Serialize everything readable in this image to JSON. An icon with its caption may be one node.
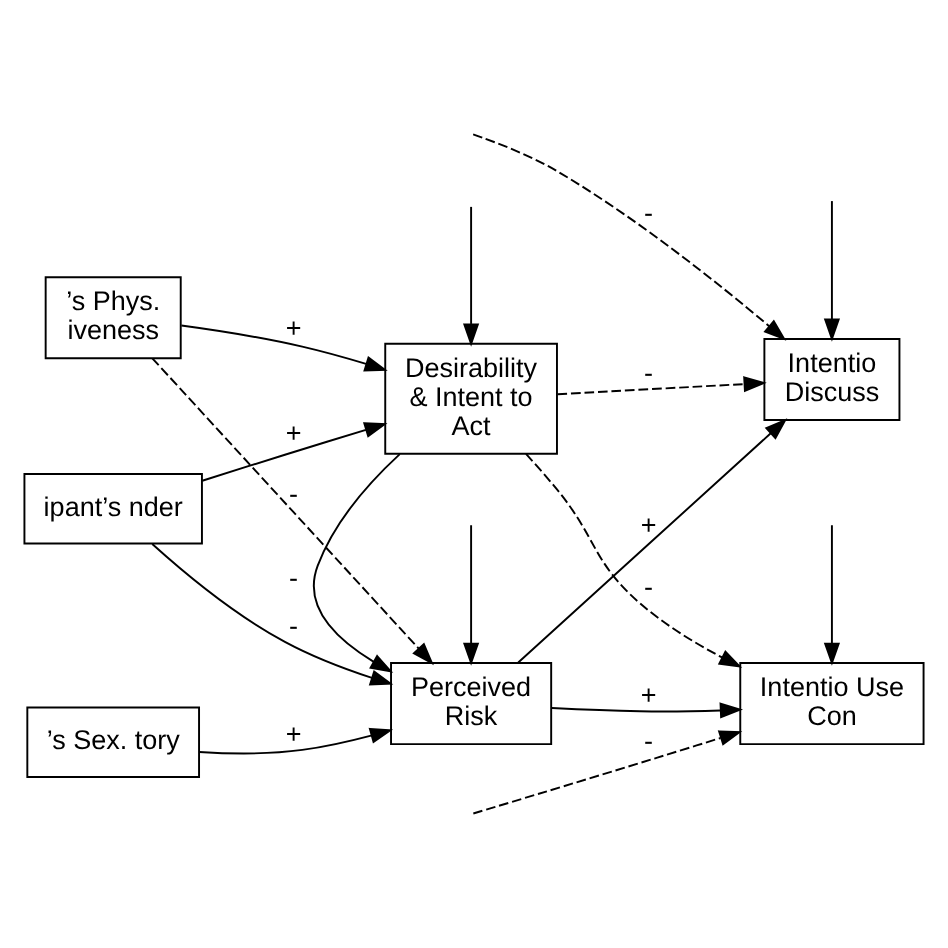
{
  "diagram": {
    "nodes": [
      {
        "text": [
          "’s Sex. tory"
        ]
      },
      {
        "text": [
          "ipant’s nder"
        ]
      },
      {
        "text": [
          "’s Phys. iveness"
        ]
      },
      {
        "text": [
          "Perceived Risk"
        ]
      },
      {
        "text": [
          "Desirability & Intent to Act"
        ]
      },
      {
        "text": [
          "Intentio Discuss"
        ]
      },
      {
        "text": [
          "Intentio Use Con"
        ]
      }
    ],
    "edges": [
      {
        "from": 0,
        "to": 3,
        "arrow": "to",
        "label": "+"
      },
      {
        "from": 1,
        "to": 3,
        "arrow": "to",
        "label": "-"
      },
      {
        "from": 2,
        "to": 3,
        "arrow": "to",
        "label": "-",
        "style": "dashed"
      },
      {
        "from": 1,
        "to": 4,
        "arrow": "to",
        "label": "+"
      },
      {
        "from": 2,
        "to": 4,
        "arrow": "to",
        "label": "+"
      },
      {
        "from": 4,
        "to": 3,
        "arrow": "to",
        "label": "-"
      },
      {
        "from": 3,
        "to": 5,
        "arrow": "to",
        "label": "+"
      },
      {
        "from": 3,
        "to": 6,
        "arrow": "to",
        "label": "+"
      },
      {
        "from": 4,
        "to": 5,
        "arrow": "to",
        "label": "-",
        "style": "dashed"
      },
      {
        "from": 4,
        "to": 6,
        "arrow": "to",
        "label": "-",
        "style": "dashed"
      },
      {
        "from": null,
        "to": 5,
        "arrow": "to",
        "label": "-",
        "style": "dashed"
      },
      {
        "from": null,
        "to": 6,
        "arrow": "to",
        "label": "-",
        "style": "dashed"
      },
      {
        "from": null,
        "to": 3,
        "arrow": "to"
      },
      {
        "from": null,
        "to": 4,
        "arrow": "to"
      },
      {
        "from": null,
        "to": 5,
        "arrow": "to"
      },
      {
        "from": null,
        "to": 6,
        "arrow": "to"
      }
    ]
  }
}
